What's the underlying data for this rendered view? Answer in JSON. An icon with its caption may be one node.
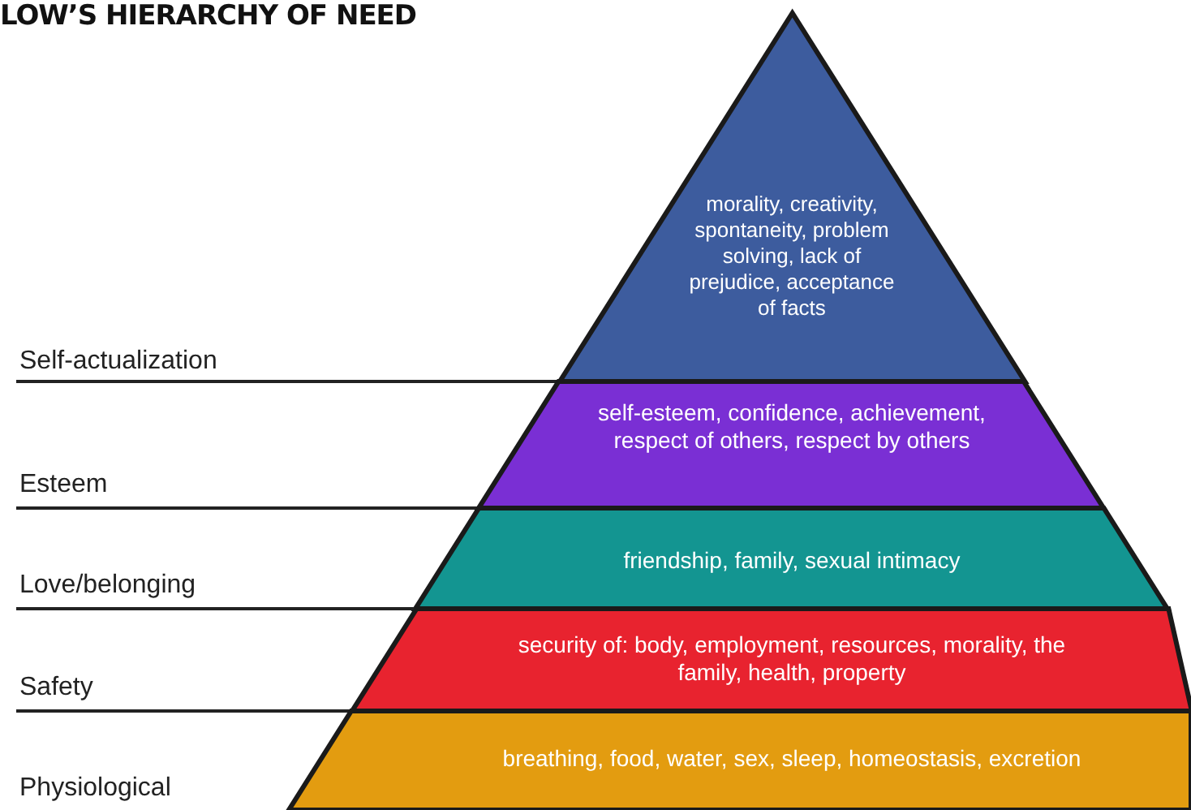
{
  "diagram": {
    "title": "LOW’S HIERARCHY OF NEED",
    "nodes": [
      {
        "text": [
          "morality, creativity, spontaneity, problem solving, lack of prejudice, acceptance of facts"
        ]
      },
      {
        "text": [
          "self-esteem, confidence, achievement, respect of others, respect by others"
        ]
      },
      {
        "text": [
          "friendship, family, sexual intimacy"
        ]
      },
      {
        "text": [
          "security of: body, employment, resources, morality, the family, health, property"
        ]
      },
      {
        "text": [
          "breathing, food, water, sex, sleep, homeostasis, excretion"
        ]
      }
    ],
    "edges": [],
    "labels": [
      "Self-actualization",
      "Esteem",
      "Love/belonging",
      "Safety",
      "Physiological"
    ]
  }
}
